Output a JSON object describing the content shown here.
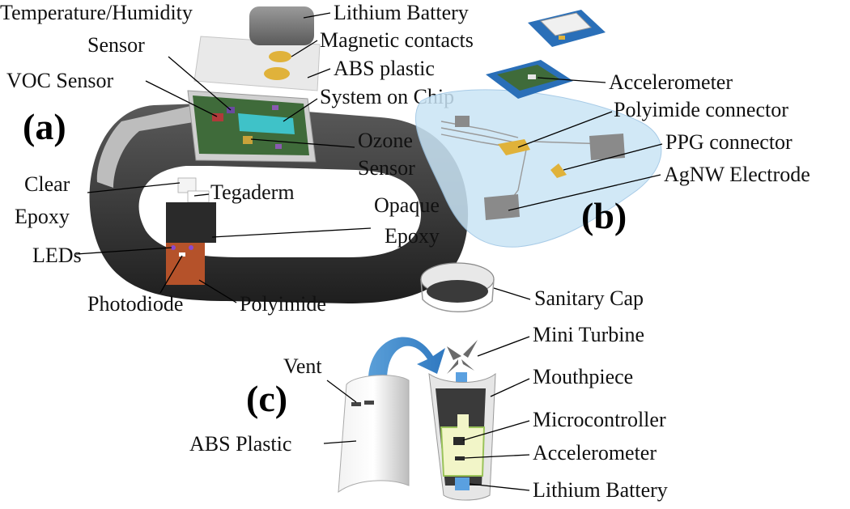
{
  "panels": {
    "a": "(a)",
    "b": "(b)",
    "c": "(c)"
  },
  "labels_a": {
    "temp_humidity": "Temperature/Humidity",
    "sensor": "Sensor",
    "voc_sensor": "VOC Sensor",
    "lithium_battery": "Lithium Battery",
    "magnetic_contacts": "Magnetic contacts",
    "abs_plastic": "ABS plastic",
    "system_on_chip": "System on Chip",
    "ozone": "Ozone",
    "ozone_sensor": "Sensor",
    "clear": "Clear",
    "epoxy": "Epoxy",
    "tegaderm": "Tegaderm",
    "opaque": "Opaque",
    "opaque_epoxy": "Epoxy",
    "leds": "LEDs",
    "photodiode": "Photodiode",
    "polyimide": "Polyimide"
  },
  "labels_b": {
    "accelerometer": "Accelerometer",
    "polyimide_connector": "Polyimide connector",
    "ppg_connector": "PPG connector",
    "agnw_electrode": "AgNW Electrode"
  },
  "labels_c": {
    "sanitary_cap": "Sanitary Cap",
    "mini_turbine": "Mini Turbine",
    "mouthpiece": "Mouthpiece",
    "vent": "Vent",
    "abs_plastic": "ABS Plastic",
    "microcontroller": "Microcontroller",
    "accelerometer": "Accelerometer",
    "lithium_battery": "Lithium Battery"
  },
  "colors": {
    "band": "#3a3a3a",
    "band_stripe": "#b5b5b5",
    "pcb": "#3f6b3a",
    "chip": "#3fc2c8",
    "patch": "#c9e4f5",
    "blue_tray": "#2a6fb8",
    "polyimide": "#b5522a",
    "arrow_blue": "#4a8fd0",
    "battery_blue": "#5aa0e0",
    "gold": "#e0b23a"
  }
}
